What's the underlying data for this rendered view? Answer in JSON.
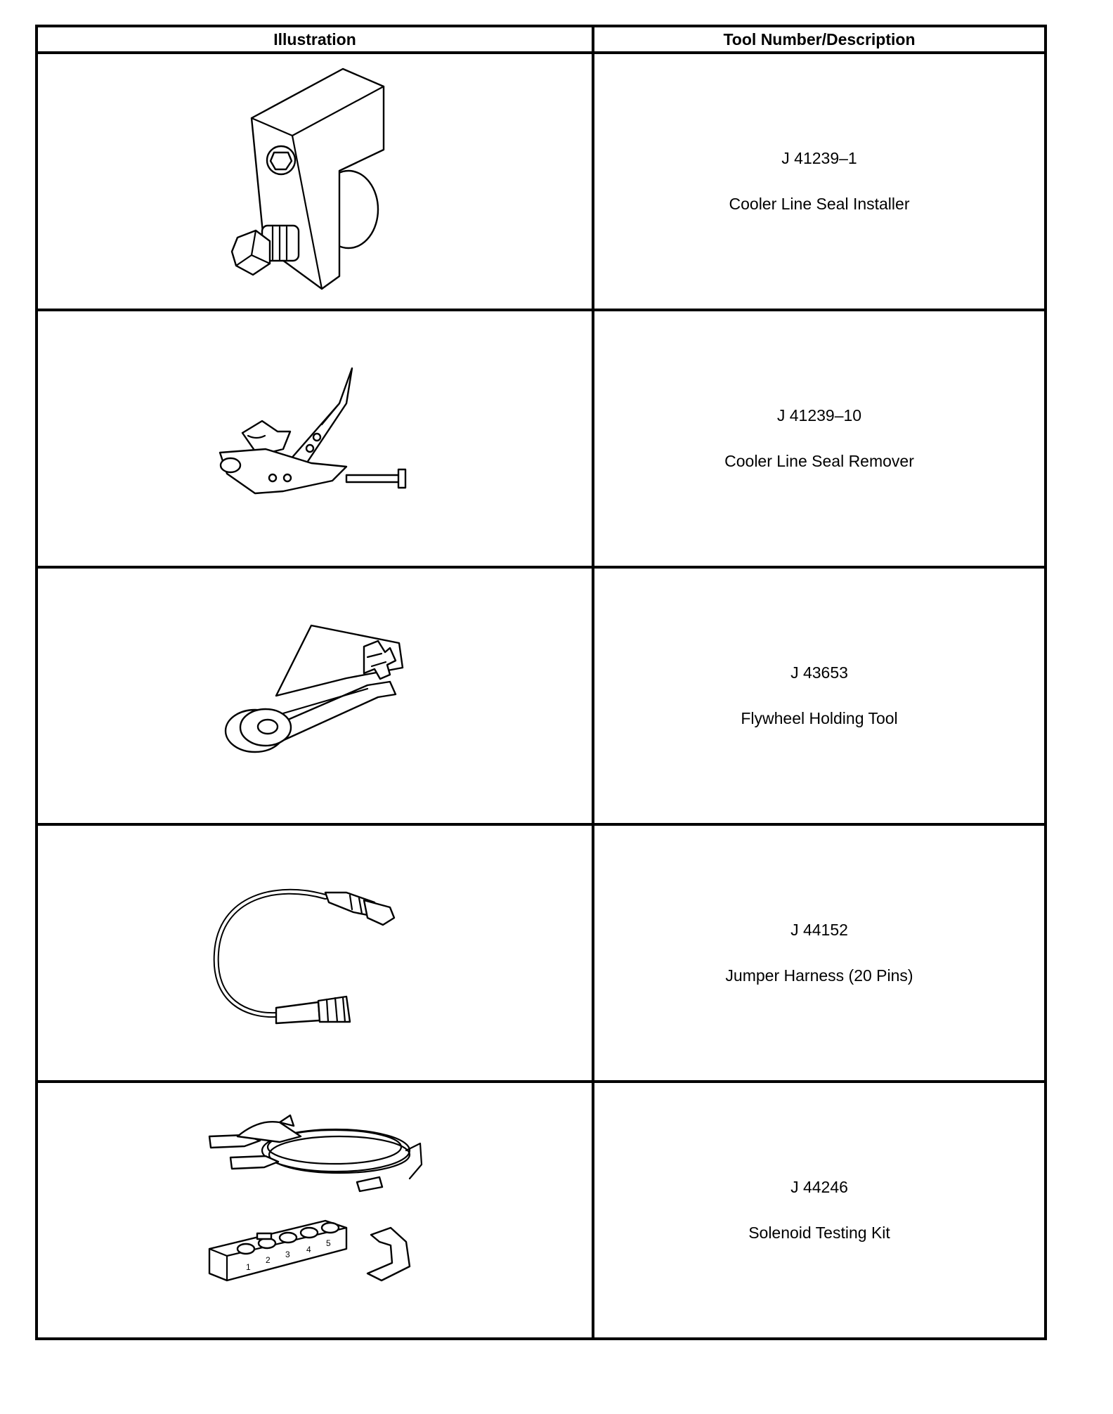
{
  "table": {
    "headers": {
      "illustration": "Illustration",
      "tool": "Tool Number/Description"
    },
    "rows": [
      {
        "number": "J 41239–1",
        "description": "Cooler Line Seal Installer",
        "illustration_icon": "cooler-line-seal-installer-icon"
      },
      {
        "number": "J 41239–10",
        "description": "Cooler Line Seal Remover",
        "illustration_icon": "cooler-line-seal-remover-icon"
      },
      {
        "number": "J 43653",
        "description": "Flywheel Holding Tool",
        "illustration_icon": "flywheel-holding-tool-icon"
      },
      {
        "number": "J 44152",
        "description": "Jumper Harness (20 Pins)",
        "illustration_icon": "jumper-harness-icon"
      },
      {
        "number": "J 44246",
        "description": "Solenoid Testing Kit",
        "illustration_icon": "solenoid-testing-kit-icon"
      }
    ],
    "solenoid_block_labels": [
      "1",
      "2",
      "3",
      "4",
      "5"
    ]
  }
}
